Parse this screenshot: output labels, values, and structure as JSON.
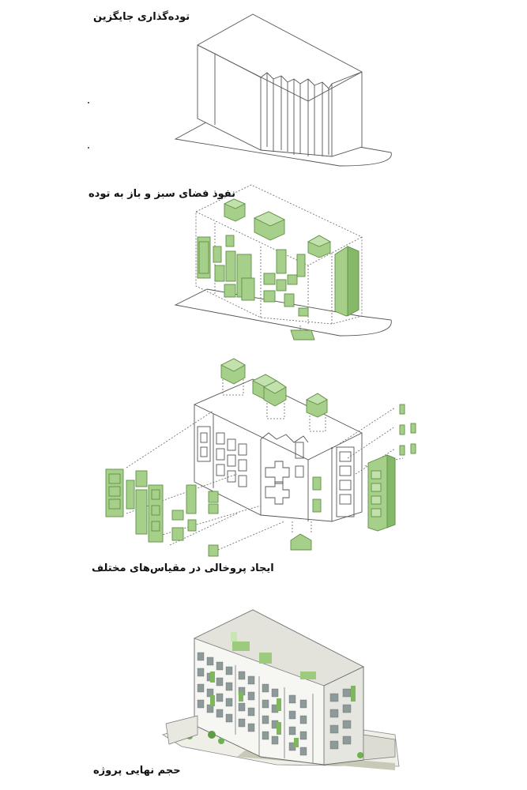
{
  "steps": [
    {
      "label": "توده‌گذاری جایگزین"
    },
    {
      "label": "نفوذ فضای سبز و باز به توده"
    },
    {
      "label": "ایجاد پروخالی در مقیاس‌های مختلف"
    },
    {
      "label": "حجم نهایی پروژه"
    }
  ],
  "colors": {
    "green_fill": "#a6d08a",
    "green_stroke": "#5e8f45",
    "line": "#555555",
    "dashed": "#666666"
  }
}
